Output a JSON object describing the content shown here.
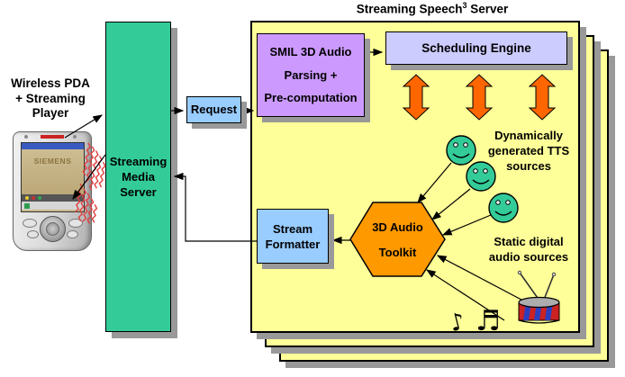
{
  "title": {
    "pre": "Streaming Speech",
    "sup": "3",
    "post": " Server"
  },
  "client": {
    "label_lines": [
      "Wireless PDA",
      "+ Streaming",
      "Player"
    ],
    "device_brand": "SIEMENS"
  },
  "server_box": {
    "label_lines": [
      "Streaming",
      "Media",
      "Server"
    ]
  },
  "request_box": {
    "label": "Request"
  },
  "smil_box": {
    "label_lines": [
      "SMIL 3D Audio",
      "Parsing +",
      "Pre-computation"
    ]
  },
  "scheduling_box": {
    "label": "Scheduling Engine"
  },
  "toolkit_hex": {
    "label_lines": [
      "3D Audio",
      "Toolkit"
    ]
  },
  "formatter_box": {
    "label_lines": [
      "Stream",
      "Formatter"
    ]
  },
  "tts_note": {
    "lines": [
      "Dynamically",
      "generated TTS",
      "sources"
    ]
  },
  "static_note": {
    "lines": [
      "Static digital",
      "audio sources"
    ]
  },
  "colors": {
    "page_yellow": "#FFFF99",
    "server_green": "#33CC99",
    "request_blue": "#99CCFF",
    "smil_purple": "#CC99FF",
    "scheduling_lavender": "#CCCCFF",
    "toolkit_orange": "#FF9900",
    "sync_arrow_orange": "#FF6600",
    "shadow_gray": "#999999",
    "wave_red": "#E04040"
  }
}
